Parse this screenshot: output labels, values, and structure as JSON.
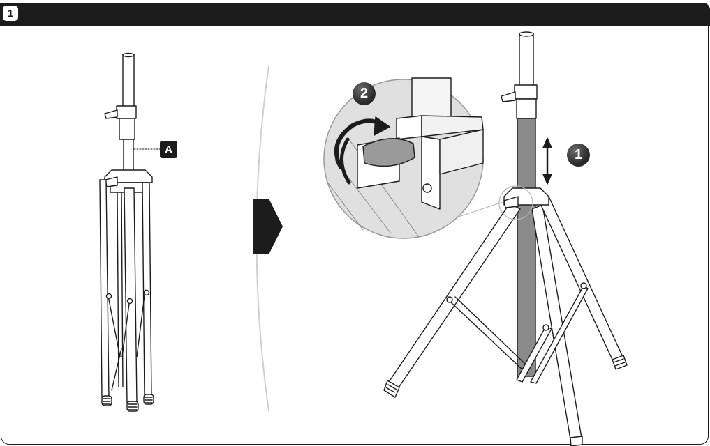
{
  "header": {
    "step_number": "1"
  },
  "labels": {
    "part_a": "A"
  },
  "callouts": {
    "one": "1",
    "two": "2"
  },
  "colors": {
    "ink": "#1c1c1c",
    "pole_shade": "#8a8a8a",
    "zoom_bg": "#e0e0e0",
    "knob": "#9a9a9a"
  }
}
